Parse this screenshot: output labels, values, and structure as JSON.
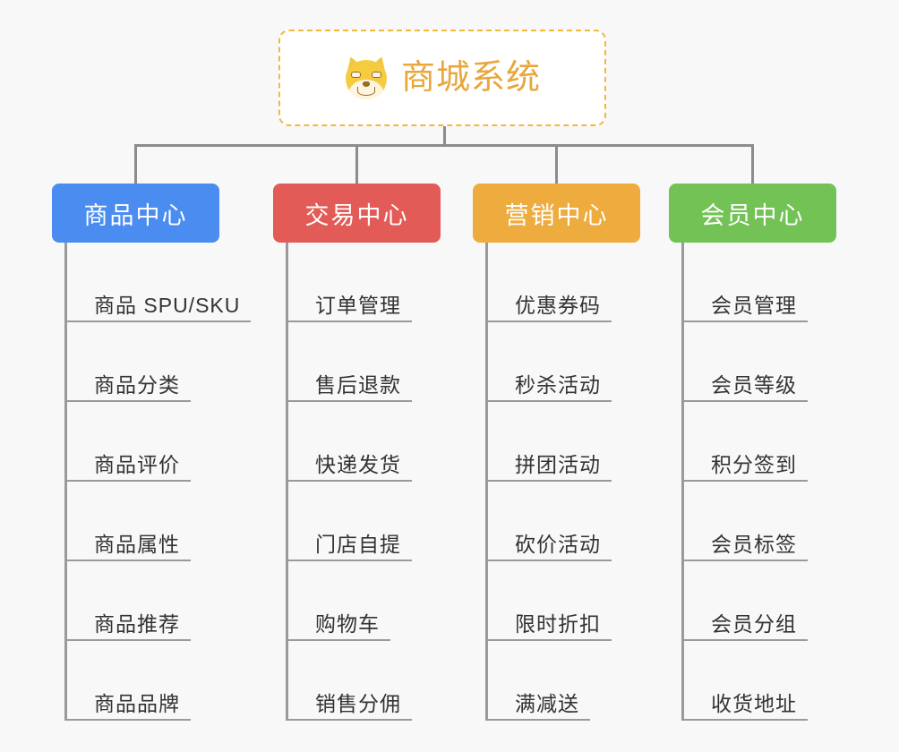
{
  "diagram": {
    "type": "mindmap",
    "title": "商城系统",
    "background_color": "#f8f8f8",
    "root": {
      "label": "商城系统",
      "icon": "shiba-dog-icon",
      "text_color": "#e7a73b",
      "border_color": "#f3b73c",
      "background_color": "#ffffff"
    },
    "connector_color": "#8c8c8c",
    "branches": [
      {
        "label": "商品中心",
        "color": "#4a8cf0",
        "children": [
          "商品 SPU/SKU",
          "商品分类",
          "商品评价",
          "商品属性",
          "商品推荐",
          "商品品牌"
        ]
      },
      {
        "label": "交易中心",
        "color": "#e25b56",
        "children": [
          "订单管理",
          "售后退款",
          "快递发货",
          "门店自提",
          "购物车",
          "销售分佣"
        ]
      },
      {
        "label": "营销中心",
        "color": "#eeab3e",
        "children": [
          "优惠券码",
          "秒杀活动",
          "拼团活动",
          "砍价活动",
          "限时折扣",
          "满减送"
        ]
      },
      {
        "label": "会员中心",
        "color": "#73c255",
        "children": [
          "会员管理",
          "会员等级",
          "积分签到",
          "会员标签",
          "会员分组",
          "收货地址"
        ]
      }
    ]
  }
}
